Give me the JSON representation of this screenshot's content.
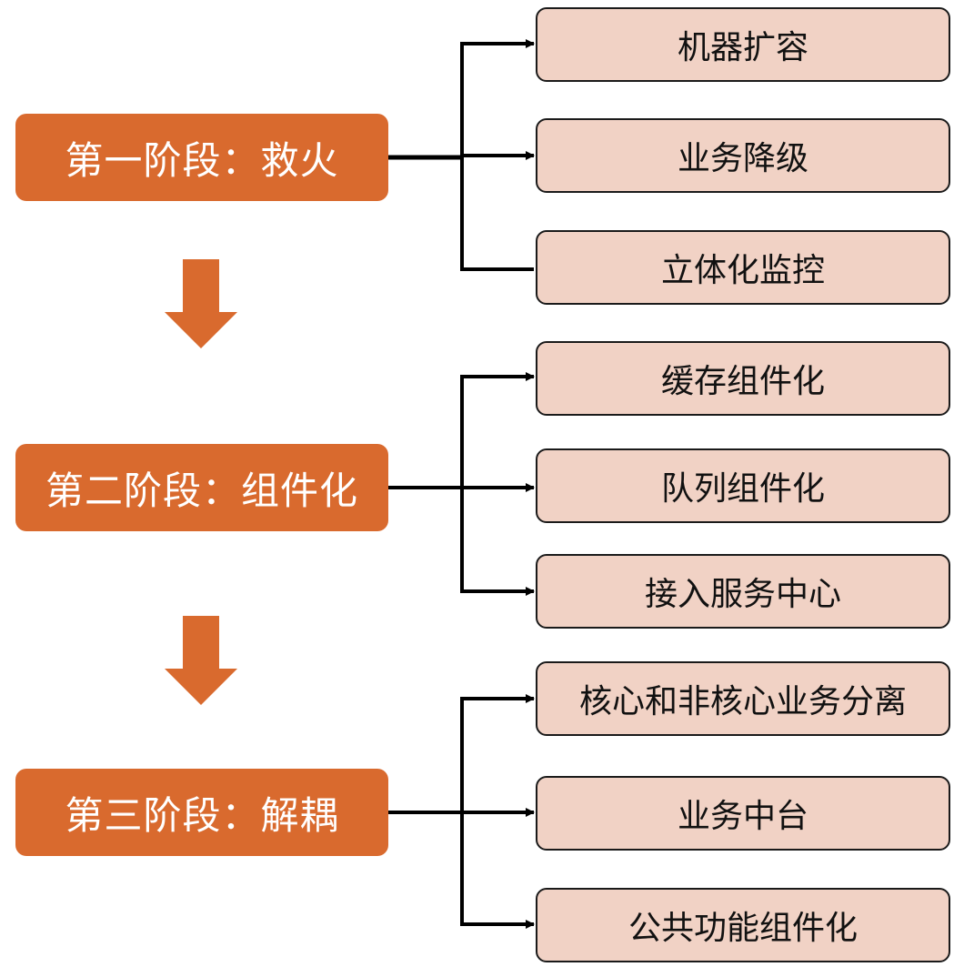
{
  "colors": {
    "stage_fill": "#d96a2e",
    "stage_text": "#ffffff",
    "item_fill": "#f1d2c5",
    "item_border": "#1a1a1a",
    "connector": "#000000",
    "down_arrow": "#d96a2e"
  },
  "stages": [
    {
      "label": "第一阶段：救火",
      "items": [
        "机器扩容",
        "业务降级",
        "立体化监控"
      ]
    },
    {
      "label": "第二阶段：组件化",
      "items": [
        "缓存组件化",
        "队列组件化",
        "接入服务中心"
      ]
    },
    {
      "label": "第三阶段：解耦",
      "items": [
        "核心和非核心业务分离",
        "业务中台",
        "公共功能组件化"
      ]
    }
  ]
}
